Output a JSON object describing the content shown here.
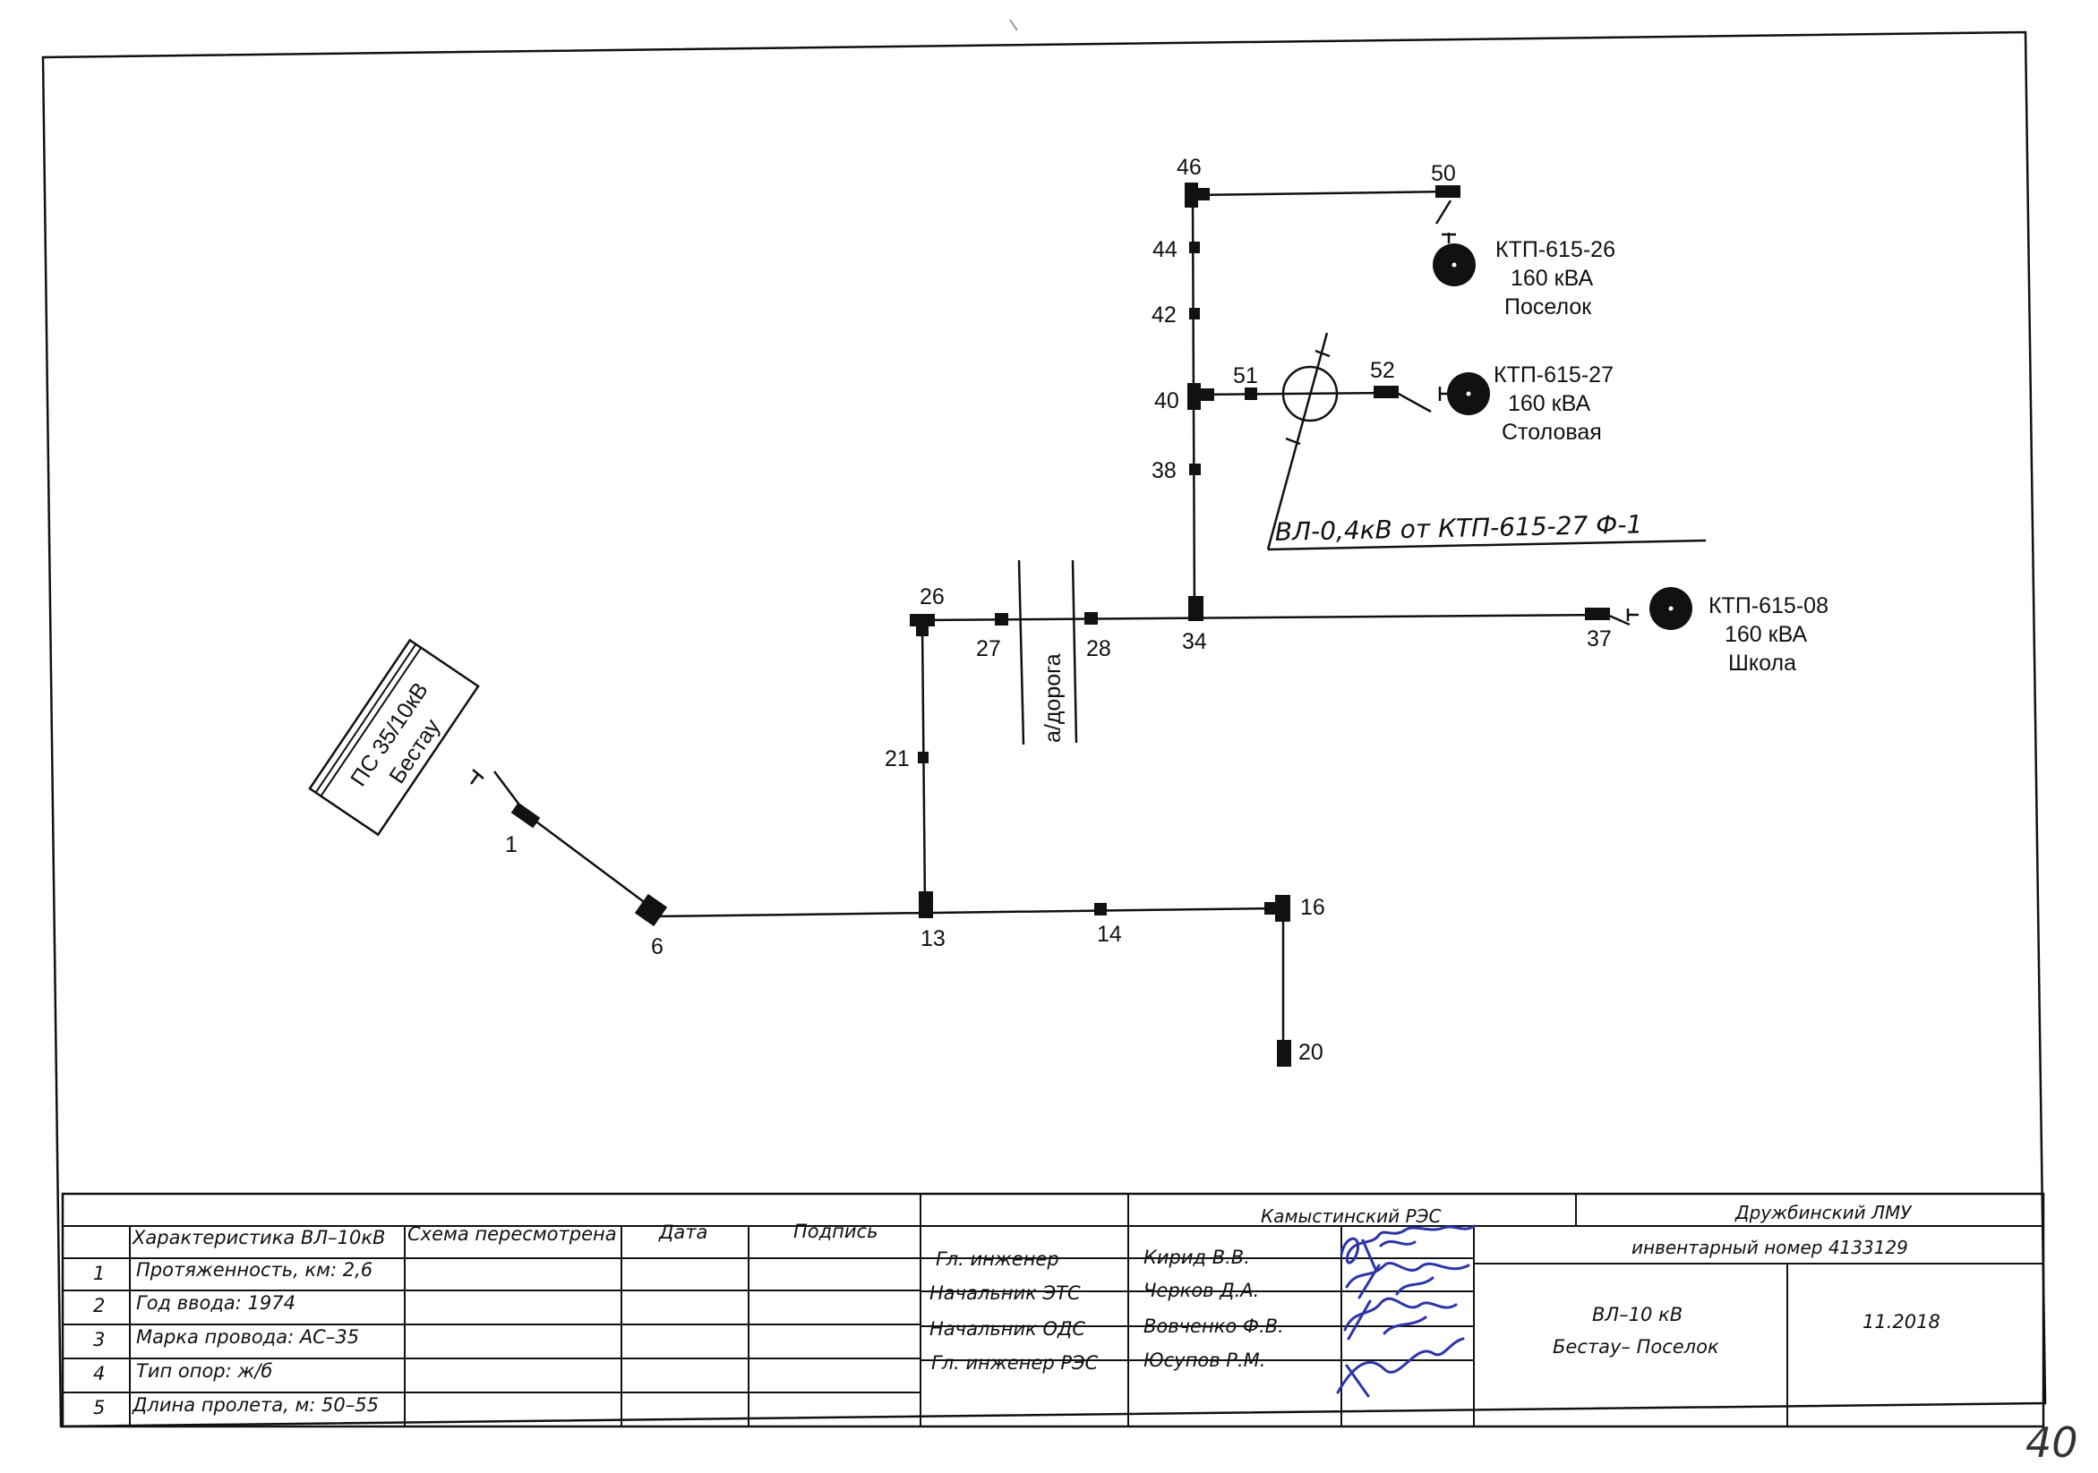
{
  "substation": {
    "line1": "ПС 35/10кВ",
    "line2": "Бестау"
  },
  "poles": [
    "1",
    "6",
    "13",
    "14",
    "16",
    "20",
    "21",
    "26",
    "27",
    "28",
    "34",
    "37",
    "38",
    "40",
    "42",
    "44",
    "46",
    "50",
    "51",
    "52"
  ],
  "road": "а/дорога",
  "branch_label": "ВЛ-0,4кВ  от  КТП-615-27  Ф-1",
  "transformers": [
    {
      "name": "КТП-615-26",
      "power": "160 кВА",
      "place": "Поселок"
    },
    {
      "name": "КТП-615-27",
      "power": "160 кВА",
      "place": "Столовая"
    },
    {
      "name": "КТП-615-08",
      "power": "160 кВА",
      "place": "Школа"
    }
  ],
  "table": {
    "col_header": "Характеристика ВЛ–10кВ",
    "col_revised": "Схема пересмотрена",
    "col_date": "Дата",
    "col_sign": "Подпись",
    "rows": [
      {
        "n": "1",
        "text": "Протяженность, км: 2,6"
      },
      {
        "n": "2",
        "text": "Год ввода: 1974"
      },
      {
        "n": "3",
        "text": "Марка провода: АС–35"
      },
      {
        "n": "4",
        "text": "Тип опор: ж/б"
      },
      {
        "n": "5",
        "text": "Длина пролета, м: 50–55"
      }
    ],
    "org_left": "Камыстинский РЭС",
    "org_right": "Дружбинский ЛМУ",
    "inventory": "инвентарный номер 4133129",
    "positions": [
      {
        "title": "Гл. инженер",
        "name": "Кирид В.В."
      },
      {
        "title": "Начальник ЭТС",
        "name": "Черков Д.А."
      },
      {
        "title": "Начальник ОДС",
        "name": "Вовченко Ф.В."
      },
      {
        "title": "Гл. инженер РЭС",
        "name": "Юсупов Р.М."
      }
    ],
    "line_name": "ВЛ–10 кВ",
    "line_route": "Бестау– Поселок",
    "date": "11.2018"
  },
  "page_number": "40"
}
